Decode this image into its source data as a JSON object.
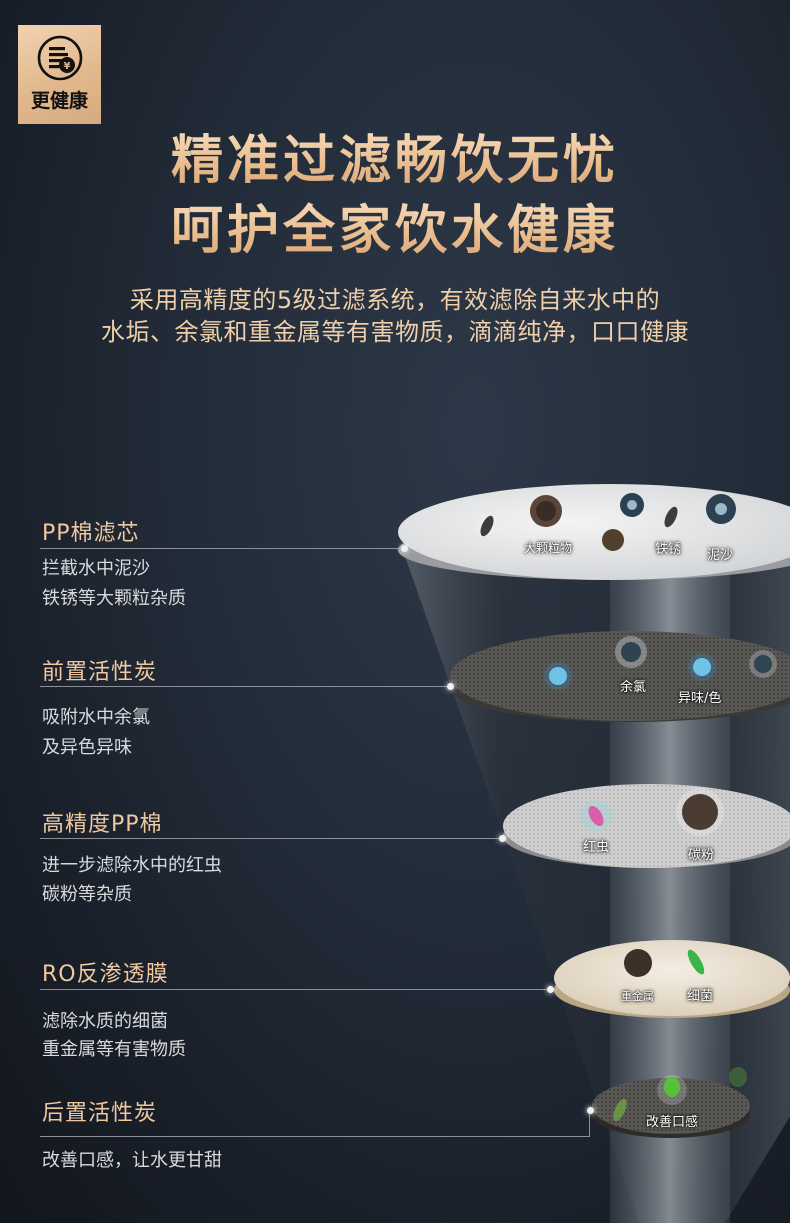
{
  "badge": {
    "icon": "coin-stack-yuan-icon",
    "label": "更健康",
    "colors": {
      "bg": "#e2b98e",
      "text": "#111111"
    }
  },
  "headline": {
    "line1": "精准过滤畅饮无忧",
    "line2": "呵护全家饮水健康"
  },
  "subheadline": {
    "line1": "采用高精度的5级过滤系统，有效滤除自来水中的",
    "line2": "水垢、余氯和重金属等有害物质，滴滴纯净，口口健康"
  },
  "stages": [
    {
      "title": "PP棉滤芯",
      "desc1": "拦截水中泥沙",
      "desc2": "铁锈等大颗粒杂质",
      "disc_labels": [
        "大颗粒物",
        "铁锈",
        "泥沙"
      ]
    },
    {
      "title": "前置活性炭",
      "desc1": "吸附水中余氯",
      "desc2": "及异色异味",
      "disc_labels": [
        "余氯",
        "异味/色"
      ]
    },
    {
      "title": "高精度PP棉",
      "desc1": "进一步滤除水中的红虫",
      "desc2": "碳粉等杂质",
      "disc_labels": [
        "红虫",
        "碳粉"
      ]
    },
    {
      "title": "RO反渗透膜",
      "desc1": "滤除水质的细菌",
      "desc2": "重金属等有害物质",
      "disc_labels": [
        "重金属",
        "细菌"
      ]
    },
    {
      "title": "后置活性炭",
      "desc1": "改善口感，让水更甘甜",
      "desc2": "",
      "disc_labels": [
        "改善口感"
      ]
    }
  ],
  "colors": {
    "background": "#222b38",
    "gold_text": "#eec8a0",
    "body_text": "#d9dadc",
    "divider": "#8a8f98"
  }
}
